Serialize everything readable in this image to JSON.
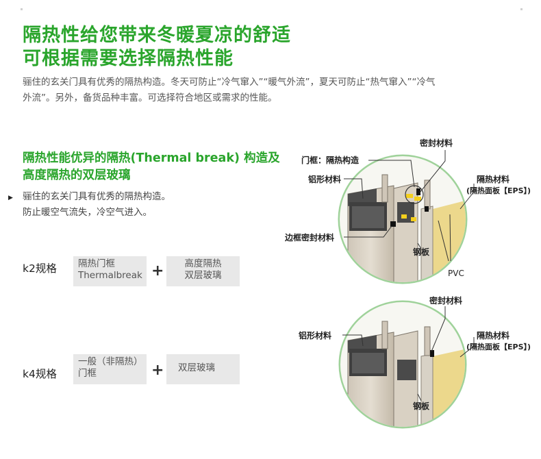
{
  "heading": {
    "line1": "隔热性给您带来冬暖夏凉的舒适",
    "line2": "可根据需要选择隔热性能"
  },
  "intro": {
    "line1": "骊住的玄关门具有优秀的隔热构造。冬天可防止“冷气窜入”“暖气外流”，夏天可防止“热气窜入”“冷气",
    "line2": "外流”。另外，备货品种丰富。可选择符合地区或需求的性能。"
  },
  "feature": {
    "title_line1": "隔热性能优异的隔热(Thermal break) 构造及",
    "title_line2": "高度隔热的双层玻璃",
    "bullet": "▶",
    "desc_line1": "骊住的玄关门具有优秀的隔热构造。",
    "desc_line2": "防止暖空气流失，冷空气进入。"
  },
  "specs": {
    "k2": {
      "label": "k2规格",
      "frame_line1": "隔热门框",
      "frame_line2": "Thermalbreak",
      "plus": "+",
      "glass_line1": "高度隔热",
      "glass_line2": "双层玻璃"
    },
    "k4": {
      "label": "k4规格",
      "frame_line1": "一般（非隔热）",
      "frame_line2": "门框",
      "plus": "+",
      "glass": "双层玻璃"
    }
  },
  "diagram1": {
    "seal": "密封材料",
    "frame_structure": "门框：隔热构造",
    "aluminum": "铝形材料",
    "insulation_line1": "隔热材料",
    "insulation_line2": "(隔热面板【EPS】)",
    "edge_seal": "边框密封材料",
    "steel": "钢板",
    "pvc": "PVC"
  },
  "diagram2": {
    "seal": "密封材料",
    "aluminum": "铝形材料",
    "insulation_line1": "隔热材料",
    "insulation_line2": "(隔热面板【EPS】)",
    "steel": "钢板"
  },
  "colors": {
    "heading_green": "#2aa52c",
    "circle_green": "#9fd29a",
    "box_gray": "#e8e8e8",
    "eps_yellow": "#ecd88c",
    "insulator_yellow": "#f4cf1e"
  }
}
